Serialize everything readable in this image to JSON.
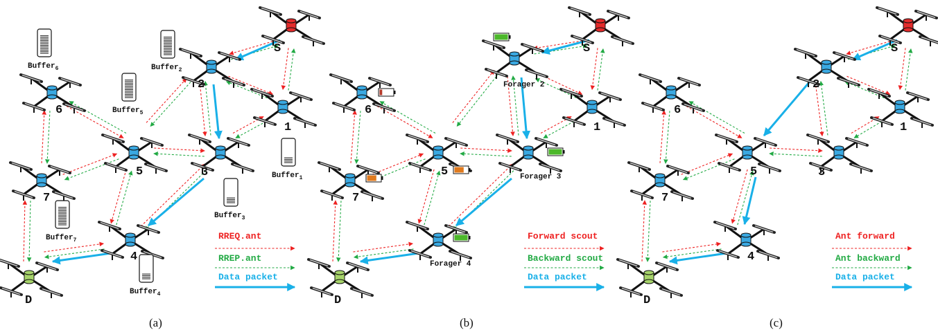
{
  "colors": {
    "forward": "#ee2222",
    "backward": "#22aa44",
    "data": "#19b0e8",
    "node": "#3aa9e2",
    "source": "#e32b2b",
    "destination": "#a6d36a",
    "battery_full": "#4cb82a",
    "battery_mid": "#e07a1e",
    "battery_low": "#b53a2a"
  },
  "panels": [
    {
      "caption": "(a)",
      "node_labels": {
        "S": "S",
        "D": "D",
        "1": "1",
        "2": "2",
        "3": "3",
        "4": "4",
        "5": "5",
        "6": "6",
        "7": "7"
      },
      "buffers": [
        {
          "text": "Buffer",
          "sub": "1",
          "fill": 0.25
        },
        {
          "text": "Buffer",
          "sub": "2",
          "fill": 0.85
        },
        {
          "text": "Buffer",
          "sub": "3",
          "fill": 0.25
        },
        {
          "text": "Buffer",
          "sub": "4",
          "fill": 0.25
        },
        {
          "text": "Buffer",
          "sub": "5",
          "fill": 0.85
        },
        {
          "text": "Buffer",
          "sub": "6",
          "fill": 0.85
        },
        {
          "text": "Buffer",
          "sub": "7",
          "fill": 0.85
        }
      ],
      "legend": [
        "RREQ.ant",
        "RREP.ant",
        "Data packet"
      ]
    },
    {
      "caption": "(b)",
      "node_labels": {
        "S": "S",
        "D": "D",
        "1": "1",
        "5": "5",
        "6": "6",
        "7": "7"
      },
      "forager_labels": [
        "Forager 2",
        "Forager 3",
        "Forager 4"
      ],
      "batteries": [
        {
          "node": "2",
          "level": 1.0
        },
        {
          "node": "3",
          "level": 1.0
        },
        {
          "node": "4",
          "level": 1.0
        },
        {
          "node": "5",
          "level": 0.7
        },
        {
          "node": "7",
          "level": 0.7
        },
        {
          "node": "6",
          "level": 0.2
        }
      ],
      "legend": [
        "Forward scout",
        "Backward scout",
        "Data packet"
      ]
    },
    {
      "caption": "(c)",
      "node_labels": {
        "S": "S",
        "D": "D",
        "1": "1",
        "2": "2",
        "3": "3",
        "4": "4",
        "5": "5",
        "6": "6",
        "7": "7"
      },
      "legend": [
        "Ant forward",
        "Ant backward",
        "Data packet"
      ]
    }
  ]
}
